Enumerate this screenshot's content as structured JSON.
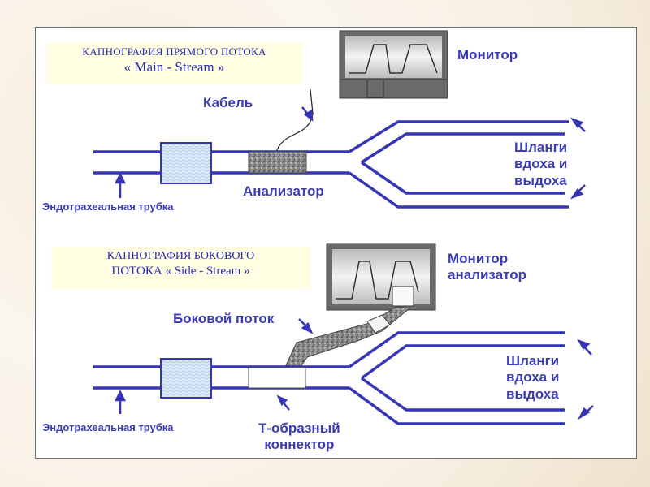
{
  "colors": {
    "tube": "#3535b5",
    "text": "#3b3bb3",
    "title_bg": "#fffde2",
    "monitor_frame": "#5c5c5c",
    "monitor_screen": "#d8d8d8"
  },
  "top": {
    "title_line1": "КАПНОГРАФИЯ ПРЯМОГО ПОТОКА",
    "title_line2": "« Main - Stream »",
    "monitor_label": "Монитор",
    "cable_label": "Кабель",
    "hoses_label_line1": "Шланги",
    "hoses_label_line2": "вдоха и",
    "hoses_label_line3": "выдоха",
    "analyzer_label": "Анализатор",
    "tube_label": "Эндотрахеальная трубка"
  },
  "bottom": {
    "title_line1": "КАПНОГРАФИЯ БОКОВОГО",
    "title_line2": "ПОТОКА  « Side - Stream »",
    "monitor_label_line1": "Монитор",
    "monitor_label_line2": "анализатор",
    "sideflow_label": "Боковой поток",
    "hoses_label_line1": "Шланги",
    "hoses_label_line2": "вдоха и",
    "hoses_label_line3": "выдоха",
    "tube_label": "Эндотрахеальная трубка",
    "connector_label_line1": "Т-образный",
    "connector_label_line2": "коннектор"
  }
}
